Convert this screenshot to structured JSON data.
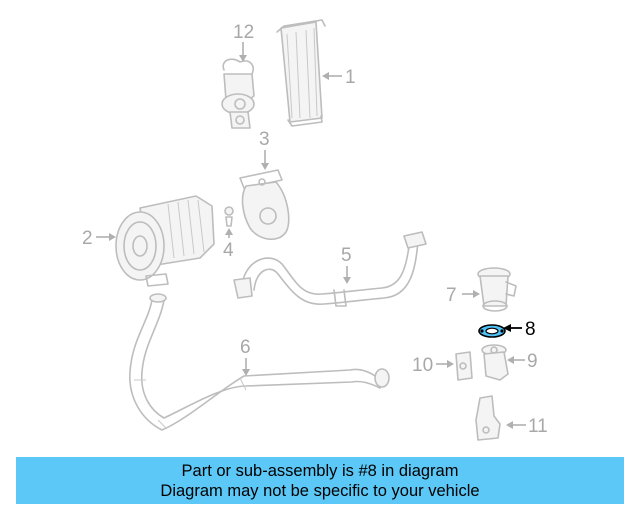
{
  "diagram": {
    "callouts": [
      {
        "id": "1",
        "label": "1"
      },
      {
        "id": "2",
        "label": "2"
      },
      {
        "id": "3",
        "label": "3"
      },
      {
        "id": "4",
        "label": "4"
      },
      {
        "id": "5",
        "label": "5"
      },
      {
        "id": "6",
        "label": "6"
      },
      {
        "id": "7",
        "label": "7"
      },
      {
        "id": "8",
        "label": "8"
      },
      {
        "id": "9",
        "label": "9"
      },
      {
        "id": "10",
        "label": "10"
      },
      {
        "id": "11",
        "label": "11"
      },
      {
        "id": "12",
        "label": "12"
      }
    ],
    "highlighted_part": "8"
  },
  "banner": {
    "line1": "Part or sub-assembly is #8 in diagram",
    "line2": "Diagram may not be specific to your vehicle"
  },
  "colors": {
    "banner_bg": "#5bc8f7",
    "highlight_fill": "#4fc3f7",
    "ghost_stroke": "#bdbdbd",
    "callout_text": "#a8a8a8"
  }
}
